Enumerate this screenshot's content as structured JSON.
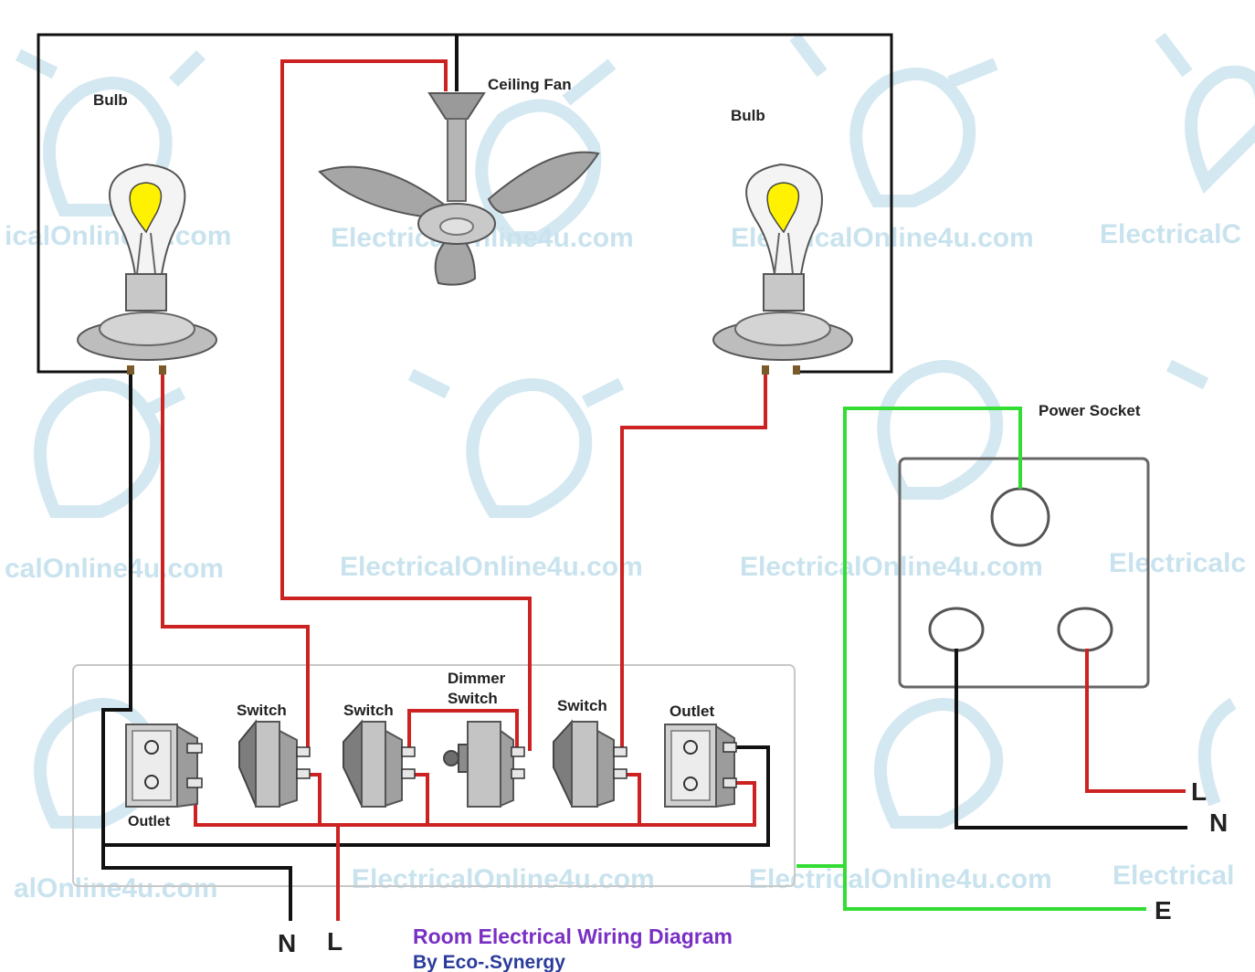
{
  "labels": {
    "bulb_left": "Bulb",
    "bulb_right": "Bulb",
    "ceiling_fan": "Ceiling Fan",
    "power_socket": "Power Socket",
    "dimmer_line1": "Dimmer",
    "dimmer_line2": "Switch",
    "switch1": "Switch",
    "switch2": "Switch",
    "switch3": "Switch",
    "outlet_left": "Outlet",
    "outlet_right": "Outlet"
  },
  "terminals": {
    "main_n": "N",
    "main_l": "L",
    "socket_l": "L",
    "socket_n": "N",
    "socket_e": "E"
  },
  "title": {
    "line1": "Room Electrical Wiring Diagram",
    "line2": "By Eco-.Synergy"
  },
  "watermarks": [
    "icalOnline4u.com",
    "ElectricalOnline4u.com",
    "ElectricalOnline4u.com",
    "ElectricalC",
    "calOnline4u.com",
    "ElectricalOnline4u.com",
    "ElectricalOnline4u.com",
    "Electricalc",
    "alOnline4u.com",
    "ElectricalOnline4u.com",
    "ElectricalOnline4u.com",
    "Electrical"
  ],
  "colors": {
    "wire_live": "#cc2222",
    "wire_neutral": "#111111",
    "wire_earth": "#33dd33",
    "title_main": "#7a2fc4",
    "title_sub": "#2a3b9c",
    "watermark": "#c9e3ee"
  }
}
